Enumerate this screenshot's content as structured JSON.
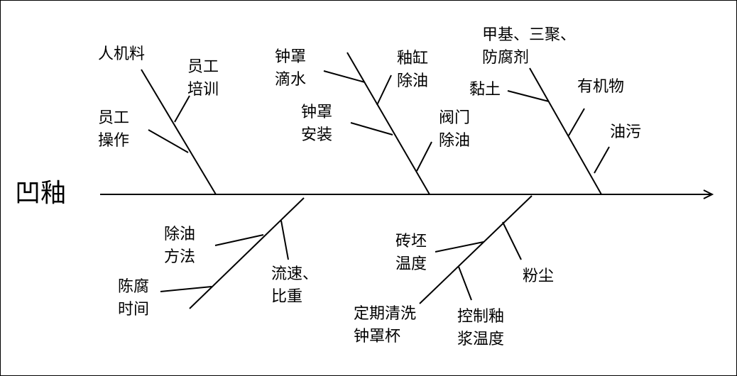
{
  "effect": "凹釉",
  "causes": {
    "c1": {
      "title": "人机料",
      "sub1": [
        "员工",
        "培训"
      ],
      "sub2": [
        "员工",
        "操作"
      ]
    },
    "c2": {
      "sub1": [
        "钟罩",
        "滴水"
      ],
      "sub2": [
        "钟罩",
        "安装"
      ],
      "sub3": [
        "釉缸",
        "除油"
      ],
      "sub4": [
        "阀门",
        "除油"
      ]
    },
    "c3": {
      "sub1": [
        "甲基、三聚、",
        "防腐剂"
      ],
      "sub2": [
        "黏土"
      ],
      "sub3": [
        "有机物"
      ],
      "sub4": [
        "油污"
      ]
    },
    "c4": {
      "sub1": [
        "除油",
        "方法"
      ],
      "sub2": [
        "陈腐",
        "时间"
      ],
      "sub3": [
        "流速、",
        "比重"
      ]
    },
    "c5": {
      "sub1": [
        "砖坯",
        "温度"
      ],
      "sub2": [
        "粉尘"
      ],
      "sub3": [
        "定期清洗",
        "钟罩杯"
      ],
      "sub4": [
        "控制釉",
        "浆温度"
      ]
    }
  },
  "colors": {
    "line": "#000000",
    "background": "#ffffff"
  }
}
